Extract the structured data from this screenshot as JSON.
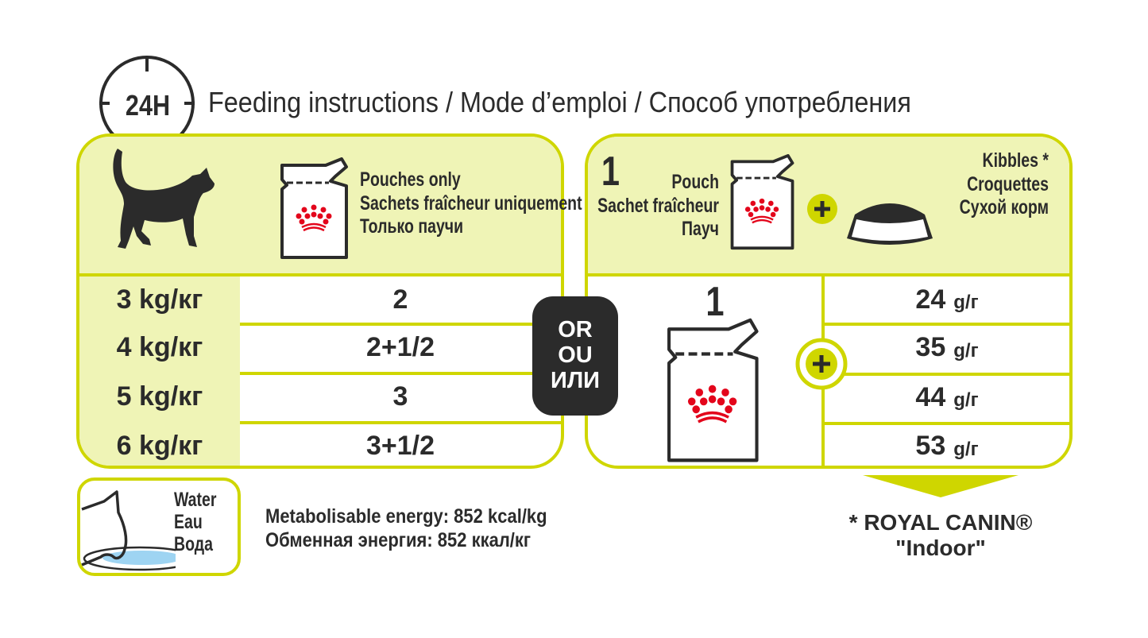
{
  "header": {
    "clock_label": "24H",
    "title": "Feeding instructions / Mode d’emploi / Способ употребления"
  },
  "colors": {
    "lime": "#cfd600",
    "light_lime": "#eff4b6",
    "dark": "#2b2b2b",
    "brand_red": "#e3051b",
    "water_blue": "#9ed4f2"
  },
  "left_panel": {
    "pouch_lines": [
      "Pouches only",
      "Sachets fraîcheur uniquement",
      "Только паучи"
    ],
    "rows": [
      {
        "weight": "3 kg/кг",
        "pouches": "2"
      },
      {
        "weight": "4 kg/кг",
        "pouches": "2+1/2"
      },
      {
        "weight": "5 kg/кг",
        "pouches": "3"
      },
      {
        "weight": "6 kg/кг",
        "pouches": "3+1/2"
      }
    ]
  },
  "or_badge": [
    "OR",
    "OU",
    "ИЛИ"
  ],
  "right_panel": {
    "count": "1",
    "pouch_lines": [
      "Pouch",
      "Sachet fraîcheur",
      "Пауч"
    ],
    "kibble_lines": [
      "Kibbles *",
      "Croquettes",
      "Сухой корм"
    ],
    "pouch_count": "1",
    "unit": "g/г",
    "kibble_grams": [
      "24",
      "35",
      "44",
      "53"
    ]
  },
  "footnote": {
    "line1": "* ROYAL CANIN®",
    "line2": "\"Indoor\""
  },
  "water": {
    "lines": [
      "Water",
      "Eau",
      "Вода"
    ]
  },
  "energy": {
    "line1": "Metabolisable energy: 852 kcal/kg",
    "line2": "Обменная энергия: 852 ккал/кг"
  }
}
